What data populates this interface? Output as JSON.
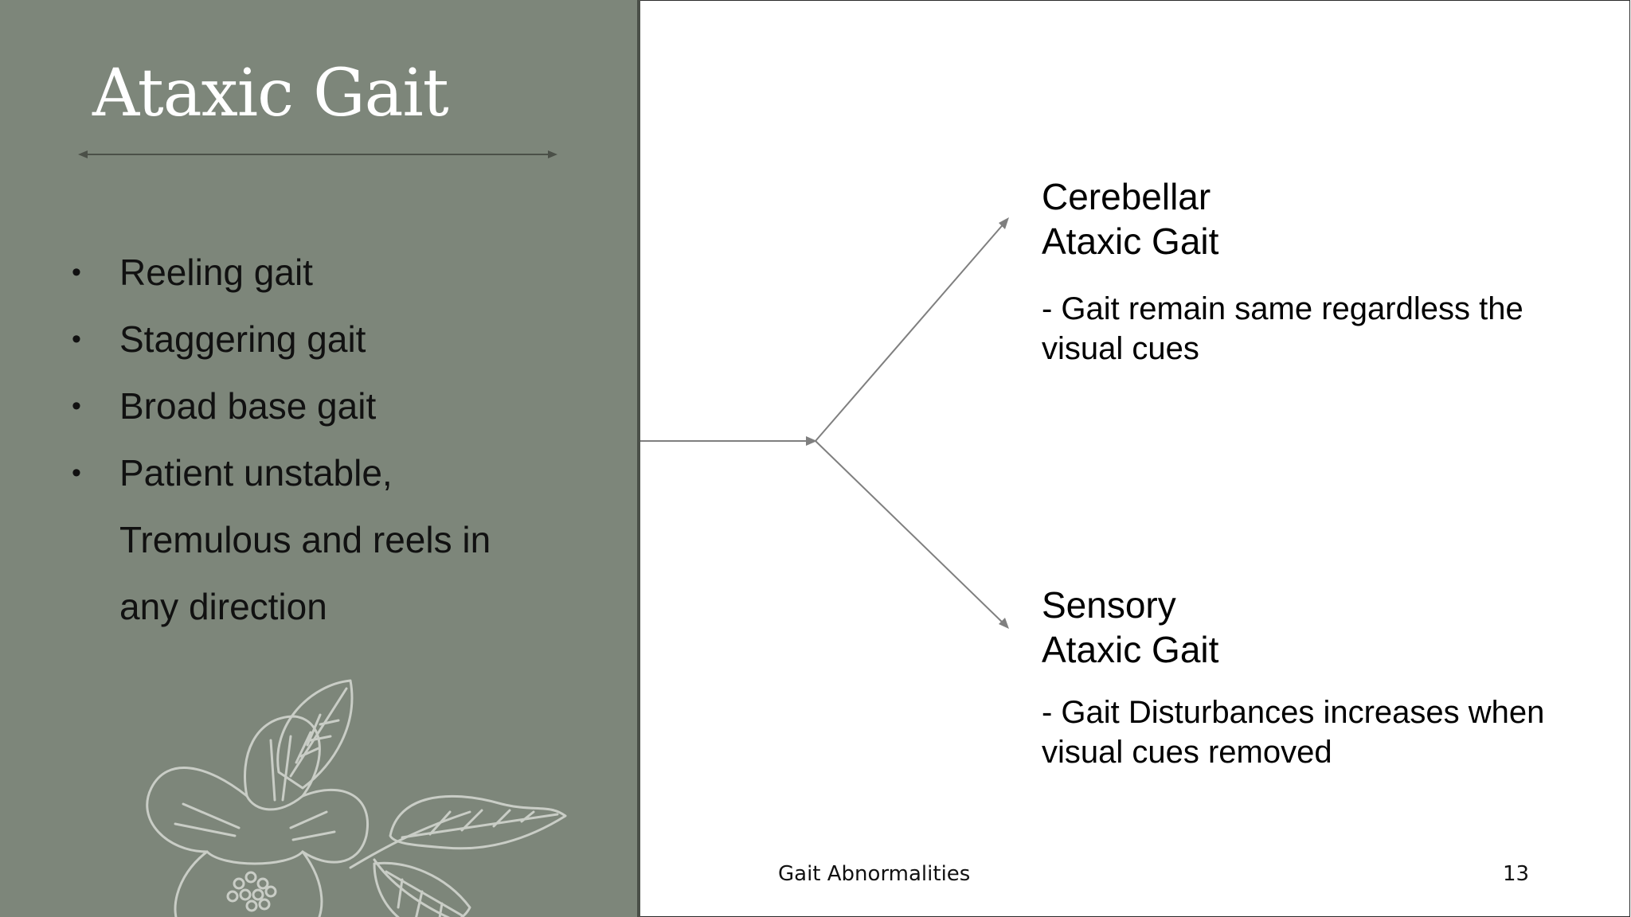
{
  "slide": {
    "title": "Ataxic Gait",
    "bullets": [
      {
        "lines": [
          "Reeling gait"
        ]
      },
      {
        "lines": [
          "Staggering gait"
        ]
      },
      {
        "lines": [
          "Broad base gait"
        ]
      },
      {
        "lines": [
          "Patient unstable,",
          "Tremulous and reels in",
          "any direction"
        ]
      }
    ],
    "branches": [
      {
        "heading_line1": "Cerebellar",
        "heading_line2": "Ataxic Gait",
        "desc_line1": "- Gait remain same regardless the",
        "desc_line2": "visual cues"
      },
      {
        "heading_line1": "Sensory",
        "heading_line2": "Ataxic Gait",
        "desc_line1": "- Gait Disturbances increases when",
        "desc_line2": "visual cues removed"
      }
    ],
    "footer_text": "Gait Abnormalities",
    "page_number": "13",
    "colors": {
      "panel": "#7d867a",
      "arrow": "#7f7f7f",
      "title": "#ffffff"
    }
  }
}
